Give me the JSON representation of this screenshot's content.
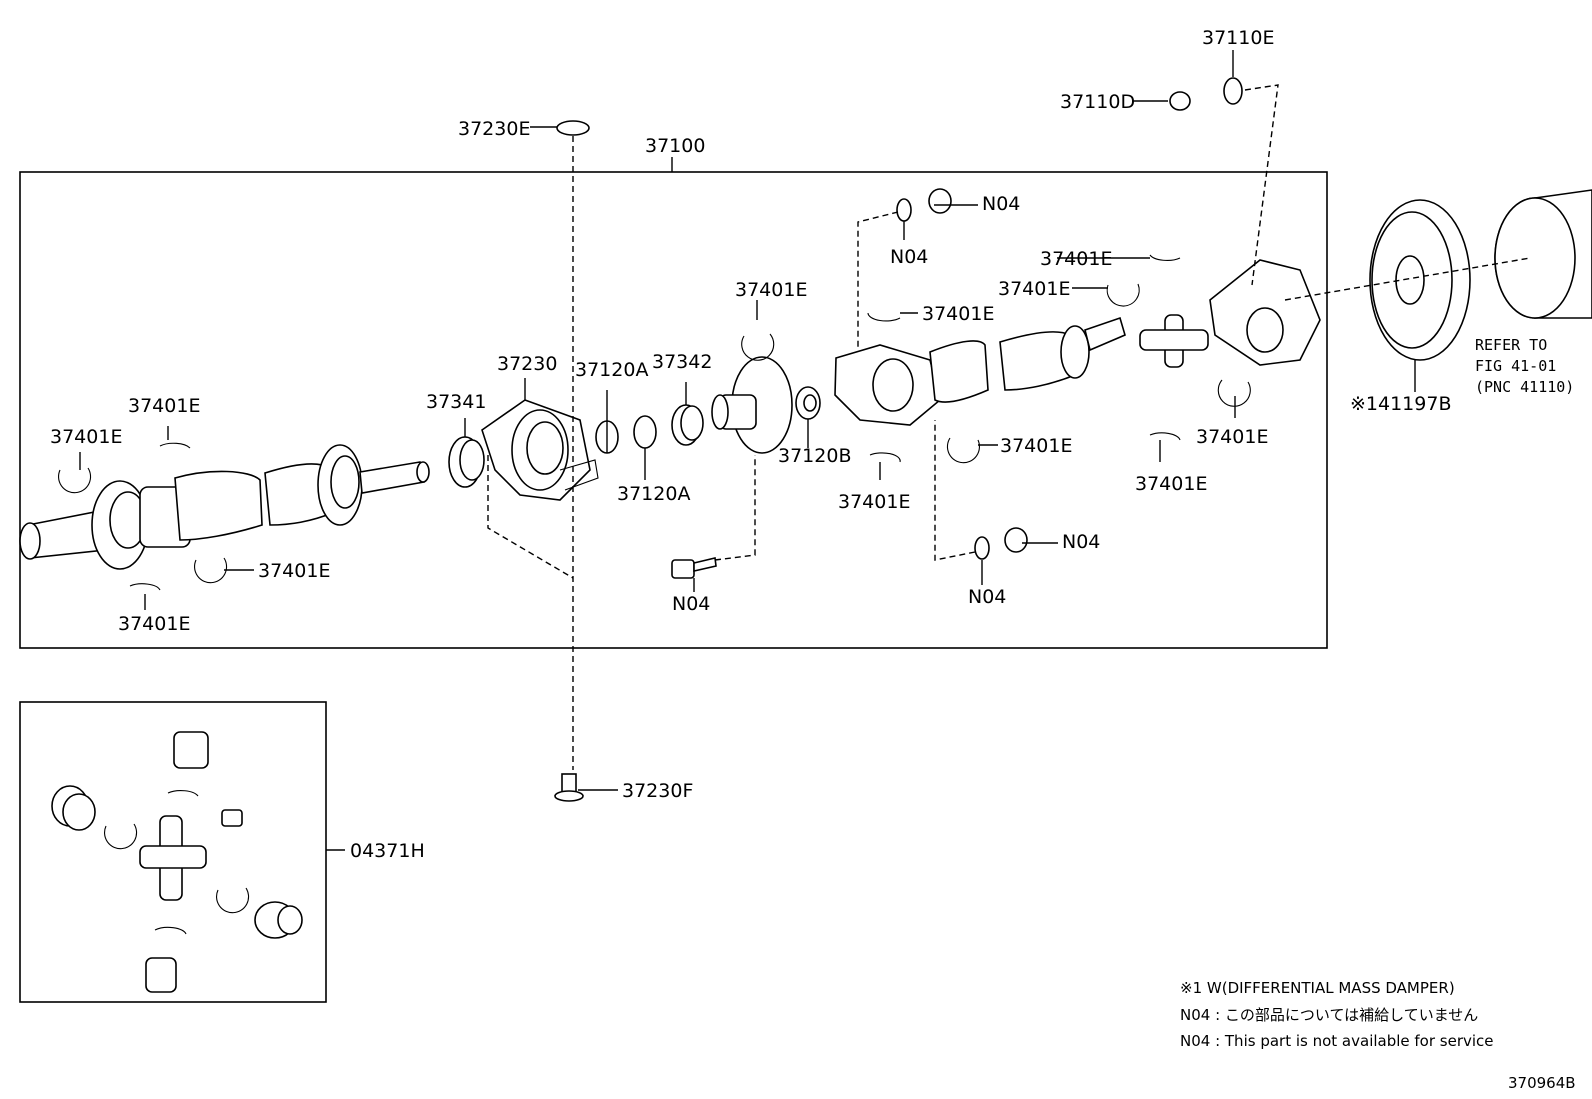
{
  "labels": {
    "l_37110E": "37110E",
    "l_37110D": "37110D",
    "l_37230E": "37230E",
    "l_37100": "37100",
    "l_N04_a": "N04",
    "l_N04_b": "N04",
    "l_37401E_r1": "37401E",
    "l_37401E_r2": "37401E",
    "l_37401E_c1": "37401E",
    "l_37401E_c2": "37401E",
    "l_37230": "37230",
    "l_37120A_a": "37120A",
    "l_37342": "37342",
    "l_37341": "37341",
    "l_37401E_l1": "37401E",
    "l_37401E_l2": "37401E",
    "l_37120B": "37120B",
    "l_37120A_b": "37120A",
    "l_37401E_m1": "37401E",
    "l_37401E_m2": "37401E",
    "l_37401E_r3": "37401E",
    "l_37401E_r4": "37401E",
    "l_37401E_l3": "37401E",
    "l_37401E_l4": "37401E",
    "l_N04_c": "N04",
    "l_N04_d": "N04",
    "l_N04_e": "N04",
    "l_41197B": "※141197B",
    "l_37230F": "37230F",
    "l_04371H": "04371H"
  },
  "refer": {
    "line1": "REFER TO",
    "line2": "FIG 41-01",
    "line3": "(PNC 41110)"
  },
  "notes": {
    "note1": "※1 W(DIFFERENTIAL MASS DAMPER)",
    "note2": "N04 : この部品については補給していません",
    "note3": "N04 : This part is not available for service"
  },
  "diagram_id": "370964B"
}
